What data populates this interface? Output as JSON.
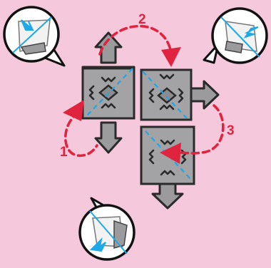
{
  "steps": {
    "one": "1",
    "two": "2",
    "three": "3"
  },
  "colors": {
    "background": "#f5c8dc",
    "tile": "#9b9b9e",
    "tile_outline": "#2a2a2a",
    "dash_line": "#22a6e3",
    "arrow": "#e02440",
    "callout_fill": "#ffffff",
    "callout_border": "#111111",
    "blue_arrow": "#1ea8e6"
  },
  "icons": {
    "callout_top_left": "fold-detail-callout",
    "callout_top_right": "fold-detail-callout",
    "callout_bottom": "fold-detail-callout",
    "rotate_arrow": "curved-dashed-arrow"
  }
}
